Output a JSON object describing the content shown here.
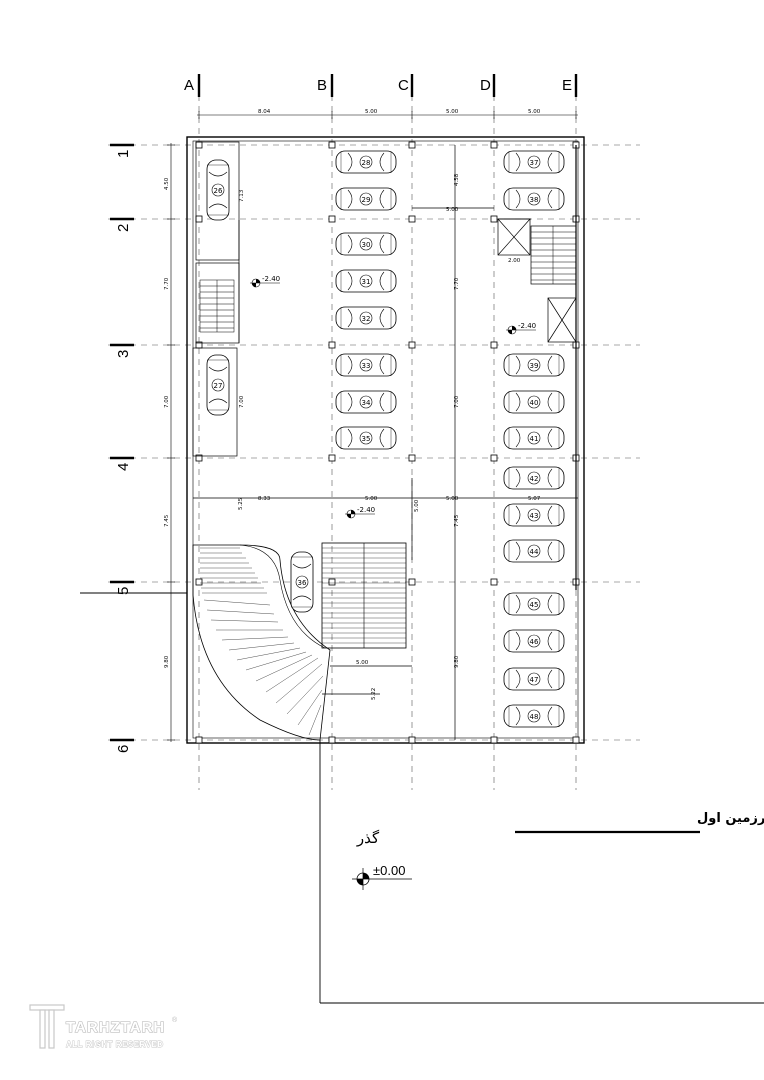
{
  "plan": {
    "title": "پلان انداز گذاری زیرزمین اول",
    "road_label": "گذر",
    "ground_level": "±0.00",
    "parking_level_labels": [
      "-2.40",
      "-2.40",
      "-2.40"
    ],
    "column_axes": [
      "A",
      "B",
      "C",
      "D",
      "E"
    ],
    "row_axes": [
      "1",
      "2",
      "3",
      "4",
      "5",
      "6"
    ],
    "top_dimensions": [
      "8.04",
      "5.00",
      "5.00",
      "5.00"
    ],
    "left_dimensions": [
      "4.50",
      "7.70",
      "7.00",
      "7.45",
      "9.80"
    ],
    "interior_dimensions": [
      "7.13",
      "7.00",
      "4.58",
      "5.00",
      "2.00",
      "7.70",
      "7.00",
      "5.25",
      "8.33",
      "5.00",
      "5.00",
      "5.07",
      "5.00",
      "7.45",
      "9.80",
      "5.00",
      "5.22"
    ],
    "parking_spaces": [
      "26",
      "27",
      "28",
      "29",
      "30",
      "31",
      "32",
      "33",
      "34",
      "35",
      "36",
      "37",
      "38",
      "39",
      "40",
      "41",
      "42",
      "43",
      "44",
      "45",
      "46",
      "47",
      "48"
    ]
  },
  "watermark": {
    "brand": "TARHZTARH",
    "tagline": "ALL RIGHT RESERVED",
    "registered": "®"
  }
}
